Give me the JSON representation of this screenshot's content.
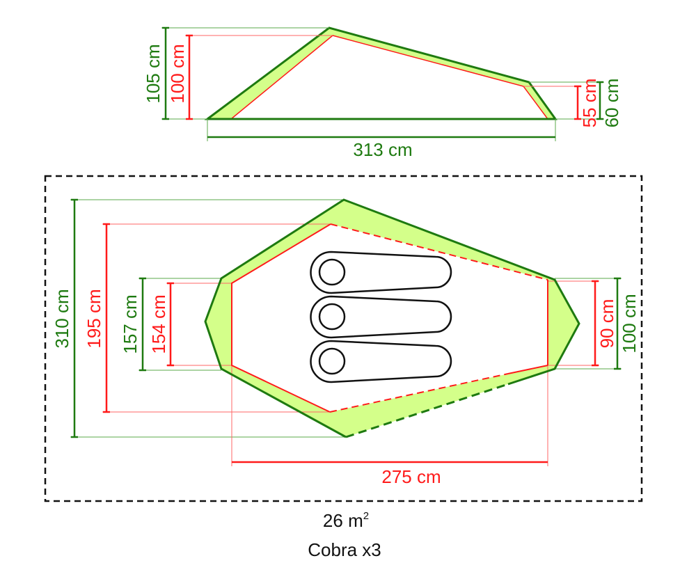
{
  "side_view": {
    "peak_outer_height": "105 cm",
    "peak_inner_height": "100 cm",
    "rear_inner_height": "55 cm",
    "rear_outer_height": "60 cm",
    "length": "313 cm"
  },
  "floor_plan": {
    "total_width": "310 cm",
    "inner_width": "195 cm",
    "front_outer_width": "157 cm",
    "front_inner_width": "154 cm",
    "rear_inner_width": "90 cm",
    "rear_outer_width": "100 cm",
    "inner_length": "275 cm",
    "sleeping_bags": 3
  },
  "footer": {
    "area_value": "26 m",
    "area_superscript": "2",
    "model": "Cobra x3"
  },
  "colors": {
    "outer": "#1e7a10",
    "inner": "#ff1a1a",
    "fill": "#d4ff8a",
    "outline": "#111111"
  }
}
